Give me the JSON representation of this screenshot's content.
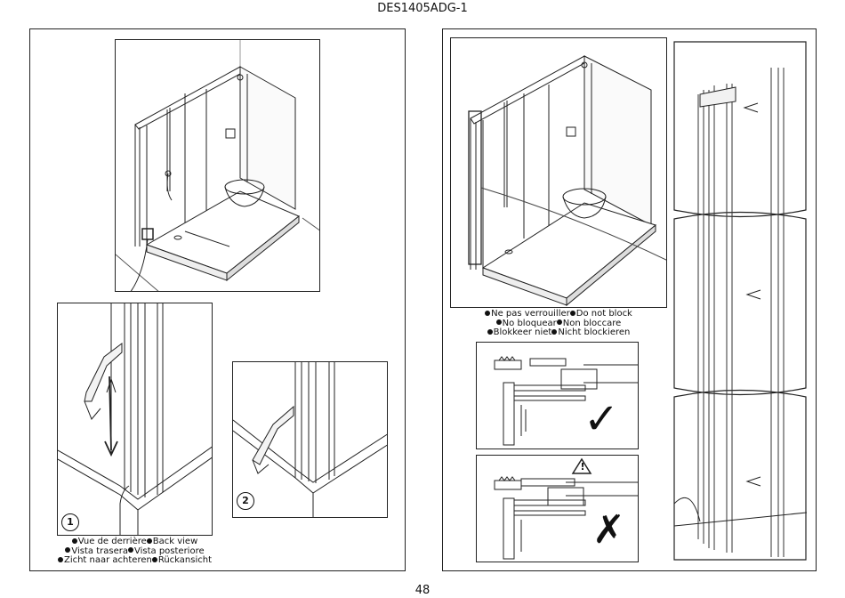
{
  "header": {
    "document_code": "DES1405ADG-1"
  },
  "footer": {
    "page_number": "48"
  },
  "left_page": {
    "step_1": "1",
    "step_2": "2",
    "caption": {
      "fr": "Vue de derrière",
      "en": "Back view",
      "es": "Vista trasera",
      "it": "Vista posteriore",
      "nl": "Zicht naar achteren",
      "de": "Rückansicht"
    }
  },
  "right_page": {
    "caption": {
      "fr": "Ne pas verrouiller",
      "en": "Do not block",
      "es": "No bloquear",
      "it": "Non bloccare",
      "nl": "Blokkeer niet",
      "de": "Nicht blockieren"
    },
    "correct_mark": "✓",
    "wrong_mark": "✗",
    "warning_symbol": "!"
  }
}
